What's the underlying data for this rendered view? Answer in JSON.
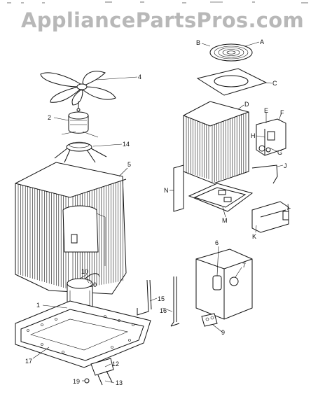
{
  "watermark": "AppliancePartsPros.com",
  "callouts": [
    {
      "id": "A",
      "text": "A"
    },
    {
      "id": "B",
      "text": "B"
    },
    {
      "id": "C",
      "text": "C"
    },
    {
      "id": "D",
      "text": "D"
    },
    {
      "id": "E",
      "text": "E"
    },
    {
      "id": "F",
      "text": "F"
    },
    {
      "id": "G",
      "text": "G"
    },
    {
      "id": "H",
      "text": "H"
    },
    {
      "id": "J",
      "text": "J"
    },
    {
      "id": "K",
      "text": "K"
    },
    {
      "id": "L",
      "text": "L"
    },
    {
      "id": "M",
      "text": "M"
    },
    {
      "id": "N",
      "text": "N"
    },
    {
      "id": "1",
      "text": "1"
    },
    {
      "id": "2",
      "text": "2"
    },
    {
      "id": "4",
      "text": "4"
    },
    {
      "id": "5",
      "text": "5"
    },
    {
      "id": "6",
      "text": "6"
    },
    {
      "id": "7",
      "text": "7"
    },
    {
      "id": "9",
      "text": "9"
    },
    {
      "id": "10",
      "text": "10"
    },
    {
      "id": "12",
      "text": "12"
    },
    {
      "id": "13",
      "text": "13"
    },
    {
      "id": "14",
      "text": "14"
    },
    {
      "id": "15",
      "text": "15"
    },
    {
      "id": "16",
      "text": "16"
    },
    {
      "id": "17",
      "text": "17"
    },
    {
      "id": "19",
      "text": "19"
    },
    {
      "id": "20",
      "text": "20"
    }
  ]
}
